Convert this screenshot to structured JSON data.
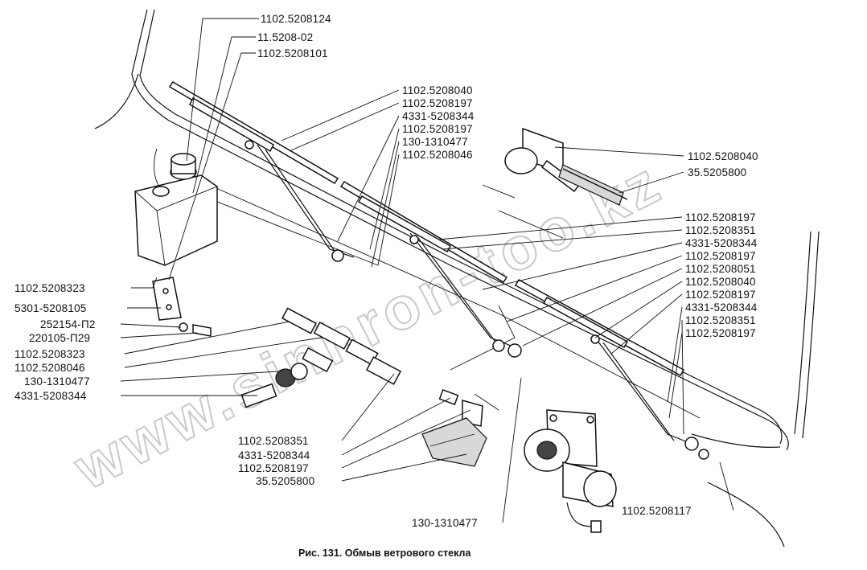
{
  "caption": "Рис. 131. Обмыв ветрового стекла",
  "watermark": "www.sinhron-too.kz",
  "labels_top_left": [
    "1102.5208124",
    "11.5208-02",
    "1102.5208101"
  ],
  "labels_top_center": [
    "1102.5208040",
    "1102.5208197",
    "4331-5208344",
    "1102.5208197",
    "130-1310477",
    "1102.5208046"
  ],
  "labels_right_upper": [
    "1102.5208040",
    "35.5205800"
  ],
  "labels_right": [
    "1102.5208197",
    "1102.5208351",
    "4331-5208344",
    "1102.5208197",
    "1102.5208051",
    "1102.5208040",
    "1102.5208197",
    "4331-5208344",
    "1102.5208351",
    "1102.5208197"
  ],
  "labels_left": [
    "1102.5208323",
    "5301-5208105",
    "252154-П2",
    "220105-П29",
    "1102.5208323",
    "1102.5208046",
    "130-1310477",
    "4331-5208344"
  ],
  "labels_bottom_center": [
    "1102.5208351",
    "4331-5208344",
    "1102.5208197",
    "35.5205800"
  ],
  "label_bottom_pump": "130-1310477",
  "label_bottom_right": "1102.5208117"
}
